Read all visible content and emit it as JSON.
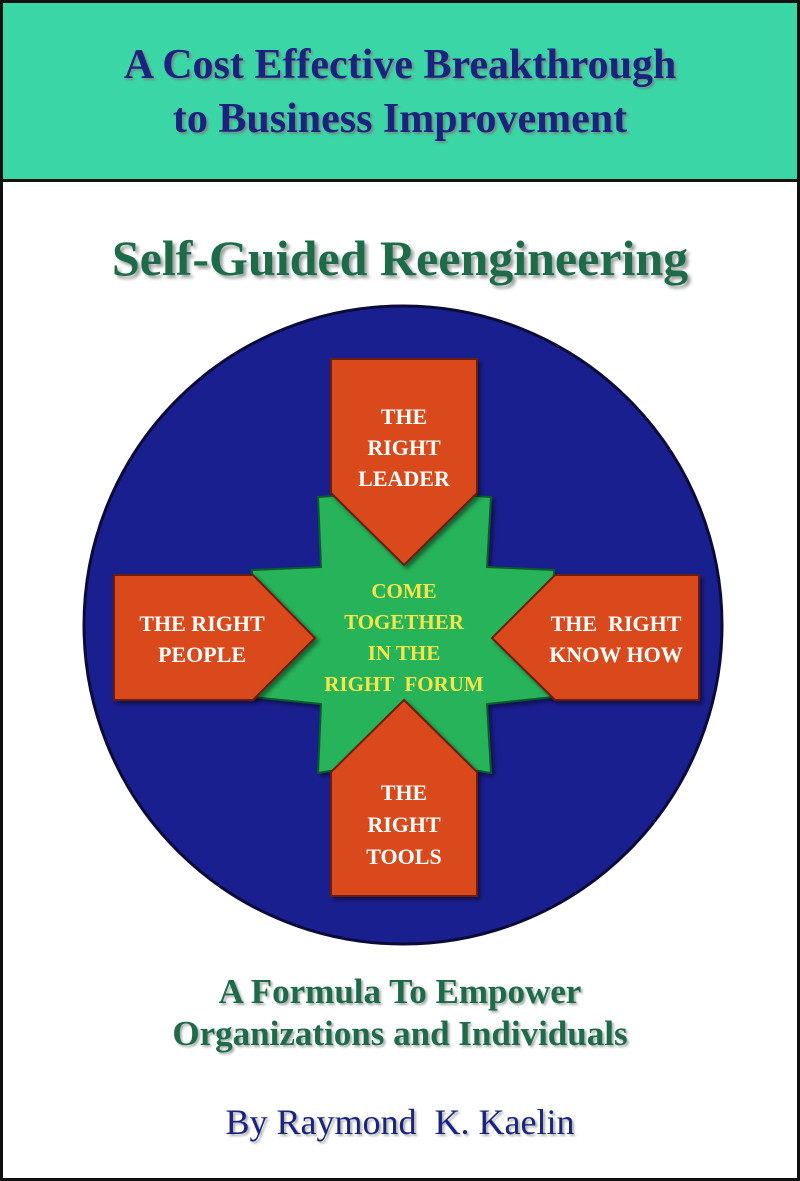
{
  "banner": {
    "line1": "A Cost Effective Breakthrough",
    "line2": "to Business Improvement"
  },
  "title": "Self-Guided Reengineering",
  "diagram": {
    "top_arrow": [
      "THE",
      "RIGHT",
      "LEADER"
    ],
    "left_arrow": [
      "THE RIGHT",
      "PEOPLE"
    ],
    "right_arrow": [
      "THE  RIGHT",
      "KNOW HOW"
    ],
    "bottom_arrow": [
      "THE",
      "RIGHT",
      "TOOLS"
    ],
    "center": [
      "COME",
      "TOGETHER",
      "IN THE",
      "RIGHT  FORUM"
    ]
  },
  "subtitle": {
    "line1": "A Formula To Empower",
    "line2": "Organizations and Individuals"
  },
  "author": "By Raymond  K. Kaelin",
  "colors": {
    "banner": "#3bd6a6",
    "circle": "#1a1f8f",
    "arrow": "#d94a1e",
    "star": "#27b35a",
    "center_text": "#f6e64a"
  }
}
